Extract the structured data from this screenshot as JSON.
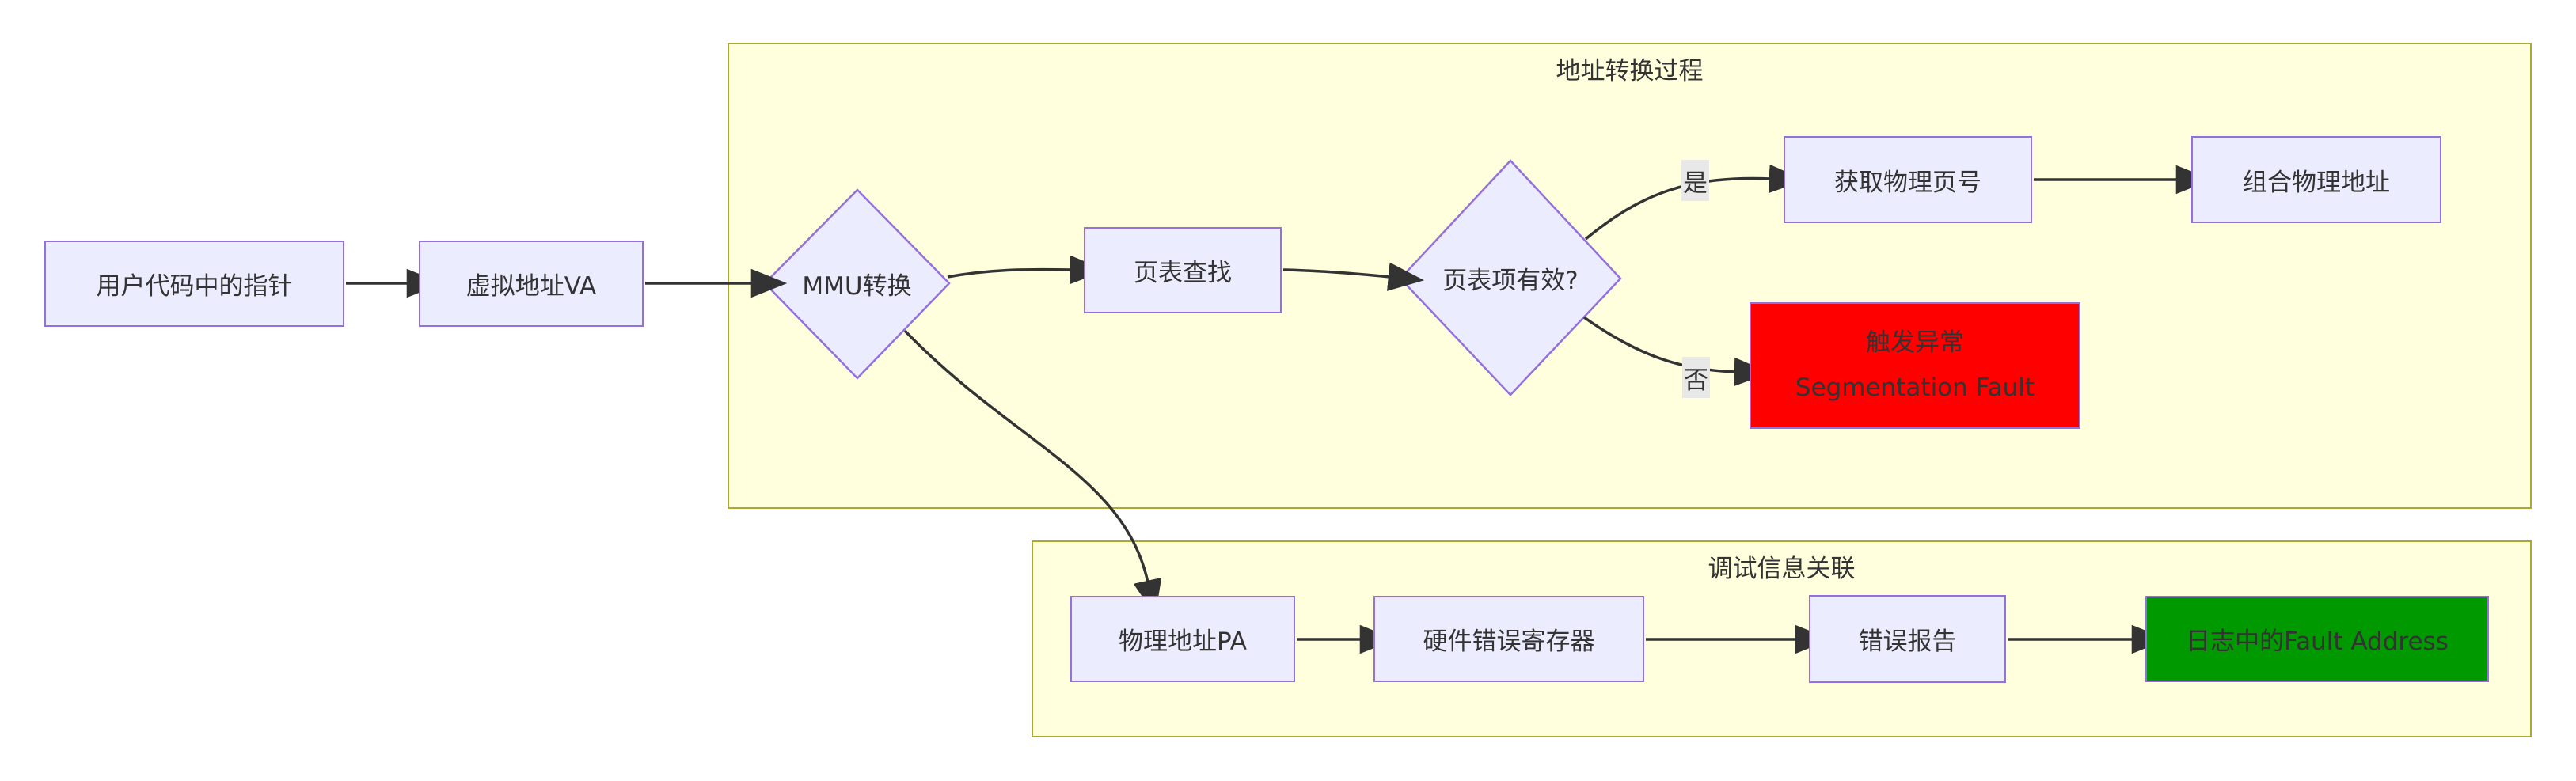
{
  "diagram": {
    "type": "flowchart-LR",
    "clusters": {
      "translation": {
        "title": "地址转换过程"
      },
      "debug": {
        "title": "调试信息关联"
      }
    },
    "nodes": {
      "user_pointer": {
        "label": "用户代码中的指针",
        "shape": "rect"
      },
      "virtual_address": {
        "label": "虚拟地址VA",
        "shape": "rect"
      },
      "mmu_translate": {
        "label": "MMU转换",
        "shape": "diamond"
      },
      "page_table_lookup": {
        "label": "页表查找",
        "shape": "rect"
      },
      "pte_valid": {
        "label": "页表项有效?",
        "shape": "diamond"
      },
      "get_physical_page": {
        "label": "获取物理页号",
        "shape": "rect"
      },
      "compose_physical_address": {
        "label": "组合物理地址",
        "shape": "rect"
      },
      "segfault": {
        "line1": "触发异常",
        "line2": "Segmentation Fault",
        "shape": "rect",
        "fill": "#ff0000"
      },
      "physical_address": {
        "label": "物理地址PA",
        "shape": "rect"
      },
      "hw_error_register": {
        "label": "硬件错误寄存器",
        "shape": "rect"
      },
      "error_report": {
        "label": "错误报告",
        "shape": "rect"
      },
      "fault_address_log": {
        "label": "日志中的Fault Address",
        "shape": "rect",
        "fill": "#009900"
      }
    },
    "edge_labels": {
      "yes": "是",
      "no": "否"
    },
    "edges": [
      "用户代码中的指针 -> 虚拟地址VA",
      "虚拟地址VA -> MMU转换",
      "MMU转换 -> 页表查找",
      "页表查找 -> 页表项有效?",
      "页表项有效? -是-> 获取物理页号",
      "获取物理页号 -> 组合物理地址",
      "页表项有效? -否-> 触发异常 Segmentation Fault",
      "MMU转换 -> 物理地址PA",
      "物理地址PA -> 硬件错误寄存器",
      "硬件错误寄存器 -> 错误报告",
      "错误报告 -> 日志中的Fault Address"
    ],
    "colors": {
      "node_fill": "#ECECFF",
      "node_border": "#9370DB",
      "cluster_fill": "#ffffde",
      "cluster_border": "#aaaa33",
      "error_fill": "#ff0000",
      "success_fill": "#009900",
      "edge_stroke": "#333333",
      "edge_label_bg": "#e8e8e8",
      "text": "#333333"
    }
  }
}
